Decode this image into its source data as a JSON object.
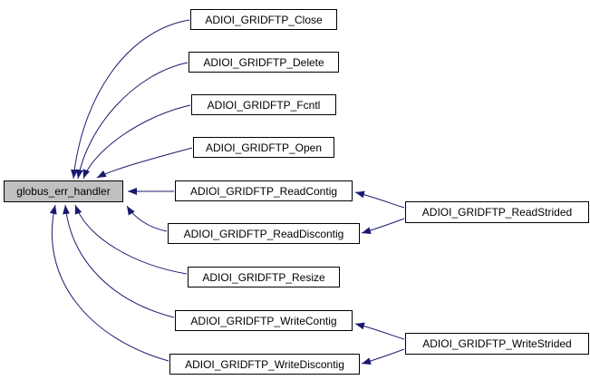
{
  "diagram": {
    "kind": "doxygen-caller-graph",
    "colors": {
      "background": "#ffffff",
      "edge": "#191970",
      "node_border": "#000000",
      "node_fill": "#ffffff",
      "root_node_fill": "#c0c0c0",
      "text": "#000000"
    },
    "root": {
      "label": "globus_err_handler"
    },
    "callers": [
      {
        "label": "ADIOI_GRIDFTP_Close"
      },
      {
        "label": "ADIOI_GRIDFTP_Delete"
      },
      {
        "label": "ADIOI_GRIDFTP_Fcntl"
      },
      {
        "label": "ADIOI_GRIDFTP_Open"
      },
      {
        "label": "ADIOI_GRIDFTP_ReadContig"
      },
      {
        "label": "ADIOI_GRIDFTP_ReadDiscontig"
      },
      {
        "label": "ADIOI_GRIDFTP_Resize"
      },
      {
        "label": "ADIOI_GRIDFTP_WriteContig"
      },
      {
        "label": "ADIOI_GRIDFTP_WriteDiscontig"
      }
    ],
    "second_level_callers": [
      {
        "label": "ADIOI_GRIDFTP_ReadStrided"
      },
      {
        "label": "ADIOI_GRIDFTP_WriteStrided"
      }
    ],
    "edges": [
      {
        "from": "ADIOI_GRIDFTP_Close",
        "to": "globus_err_handler"
      },
      {
        "from": "ADIOI_GRIDFTP_Delete",
        "to": "globus_err_handler"
      },
      {
        "from": "ADIOI_GRIDFTP_Fcntl",
        "to": "globus_err_handler"
      },
      {
        "from": "ADIOI_GRIDFTP_Open",
        "to": "globus_err_handler"
      },
      {
        "from": "ADIOI_GRIDFTP_ReadContig",
        "to": "globus_err_handler"
      },
      {
        "from": "ADIOI_GRIDFTP_ReadDiscontig",
        "to": "globus_err_handler"
      },
      {
        "from": "ADIOI_GRIDFTP_Resize",
        "to": "globus_err_handler"
      },
      {
        "from": "ADIOI_GRIDFTP_WriteContig",
        "to": "globus_err_handler"
      },
      {
        "from": "ADIOI_GRIDFTP_WriteDiscontig",
        "to": "globus_err_handler"
      },
      {
        "from": "ADIOI_GRIDFTP_ReadStrided",
        "to": "ADIOI_GRIDFTP_ReadContig"
      },
      {
        "from": "ADIOI_GRIDFTP_ReadStrided",
        "to": "ADIOI_GRIDFTP_ReadDiscontig"
      },
      {
        "from": "ADIOI_GRIDFTP_WriteStrided",
        "to": "ADIOI_GRIDFTP_WriteContig"
      },
      {
        "from": "ADIOI_GRIDFTP_WriteStrided",
        "to": "ADIOI_GRIDFTP_WriteDiscontig"
      }
    ]
  }
}
